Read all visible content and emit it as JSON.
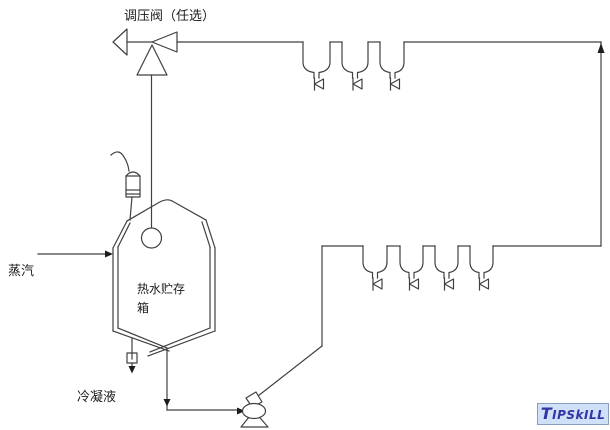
{
  "labels": {
    "regulating_valve": "调压阀（任选）",
    "steam": "蒸汽",
    "tank": "热水贮存箱",
    "condensate": "冷凝液"
  },
  "logo": {
    "text": "TIPSkILL"
  },
  "colors": {
    "background": "#ffffff",
    "line": "#404040",
    "logo_background": "#cfe1f8",
    "logo_border": "#8a9cc0",
    "logo_text": "#3434a6"
  }
}
